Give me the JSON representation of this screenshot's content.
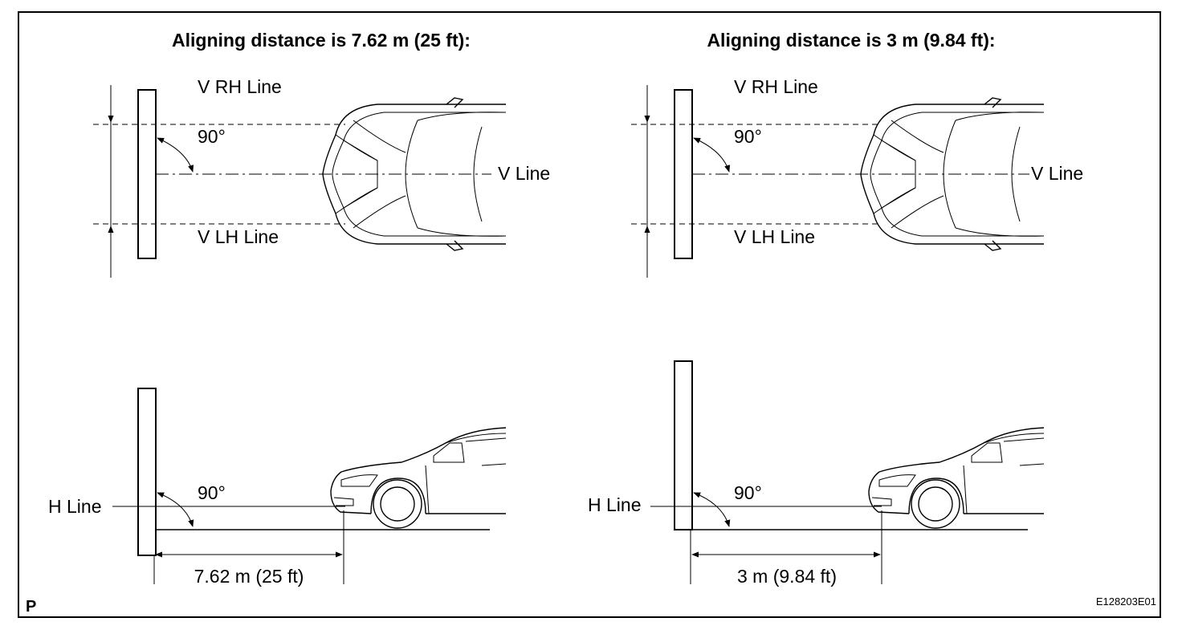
{
  "panels": {
    "left": {
      "title": "Aligning distance is 7.62 m (25 ft):",
      "v_rh_line": "V RH Line",
      "v_lh_line": "V LH Line",
      "v_line": "V Line",
      "angle_top": "90°",
      "h_line": "H Line",
      "angle_bottom": "90°",
      "distance": "7.62 m (25 ft)"
    },
    "right": {
      "title": "Aligning distance is 3 m (9.84 ft):",
      "v_rh_line": "V RH Line",
      "v_lh_line": "V LH Line",
      "v_line": "V Line",
      "angle_top": "90°",
      "h_line": "H Line",
      "angle_bottom": "90°",
      "distance": "3 m (9.84 ft)"
    }
  },
  "corner_mark": "P",
  "figure_code": "E128203E01"
}
